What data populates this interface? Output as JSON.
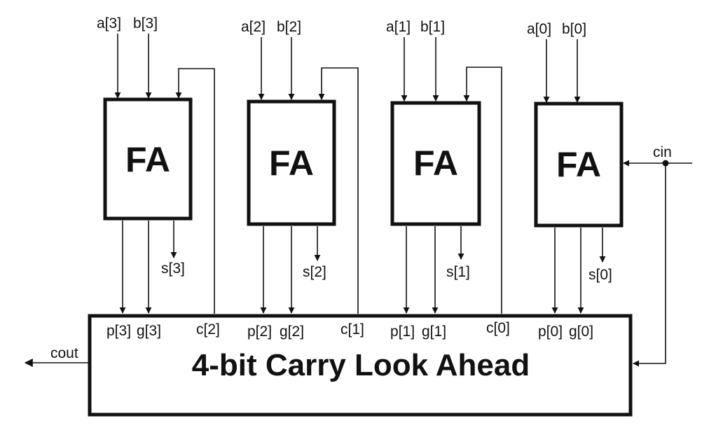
{
  "adders": [
    {
      "a_label": "a[3]",
      "b_label": "b[3]",
      "block_label": "FA",
      "s_label": "s[3]"
    },
    {
      "a_label": "a[2]",
      "b_label": "b[2]",
      "block_label": "FA",
      "s_label": "s[2]"
    },
    {
      "a_label": "a[1]",
      "b_label": "b[1]",
      "block_label": "FA",
      "s_label": "s[1]"
    },
    {
      "a_label": "a[0]",
      "b_label": "b[0]",
      "block_label": "FA",
      "s_label": "s[0]"
    }
  ],
  "cla": {
    "title": "4-bit Carry Look Ahead",
    "ports": {
      "p3": "p[3]",
      "g3": "g[3]",
      "c2": "c[2]",
      "p2": "p[2]",
      "g2": "g[2]",
      "c1": "c[1]",
      "p1": "p[1]",
      "g1": "g[1]",
      "c0": "c[0]",
      "p0": "p[0]",
      "g0": "g[0]"
    }
  },
  "cin_label": "cin",
  "cout_label": "cout"
}
